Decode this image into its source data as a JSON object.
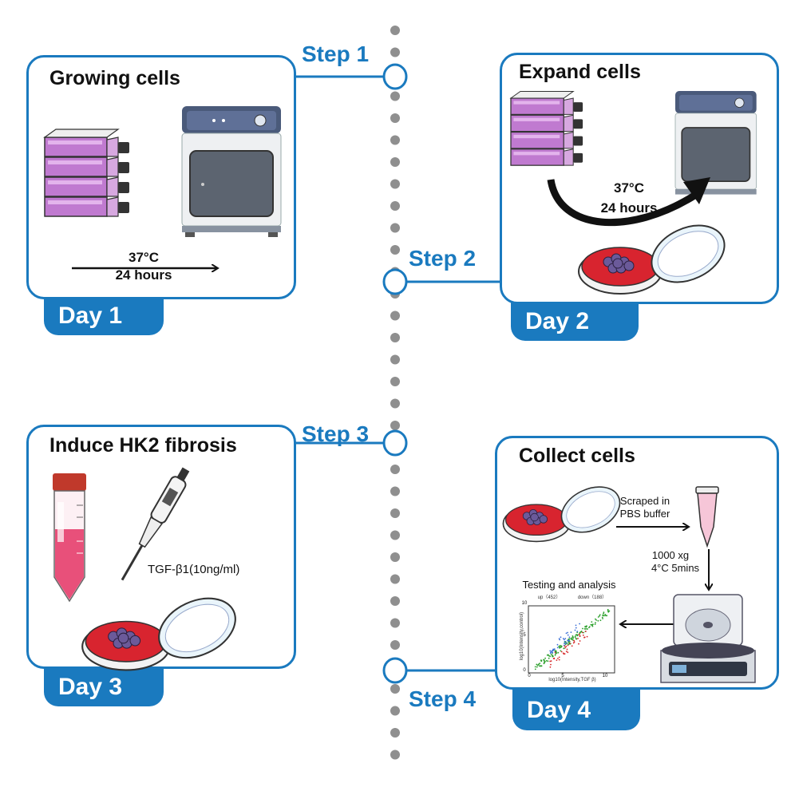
{
  "colors": {
    "accent": "#1a7abf",
    "flask": "#c07ad0",
    "dish": "#d8242f",
    "cells": "#6b5a9a",
    "tube": "#e8507a"
  },
  "steps": [
    {
      "step": "Step 1",
      "day": "Day 1",
      "title": "Growing cells",
      "temp": "37°C",
      "time": "24 hours"
    },
    {
      "step": "Step 2",
      "day": "Day 2",
      "title": "Expand cells",
      "temp": "37°C",
      "time": "24 hours"
    },
    {
      "step": "Step 3",
      "day": "Day 3",
      "title": "Induce HK2 fibrosis",
      "reagent": "TGF-β1(10ng/ml)"
    },
    {
      "step": "Step 4",
      "day": "Day 4",
      "title": "Collect cells",
      "scrape": "Scraped in",
      "buffer": "PBS buffer",
      "speed": "1000 xg",
      "cond": "4°C  5mins",
      "analysis": "Testing and analysis"
    }
  ],
  "plot": {
    "legend_up": "up（452）",
    "legend_down": "down（188）",
    "xlabel": "log10(Intensity,TGF β)",
    "ylabel": "log10(Intensity,control)",
    "ticks": [
      "0",
      "5",
      "10"
    ]
  },
  "icons": [
    "flask-stack-icon",
    "incubator-icon",
    "petri-dish-icon",
    "centrifuge-tube-icon",
    "pipette-icon",
    "centrifuge-icon",
    "scatter-plot-icon"
  ]
}
